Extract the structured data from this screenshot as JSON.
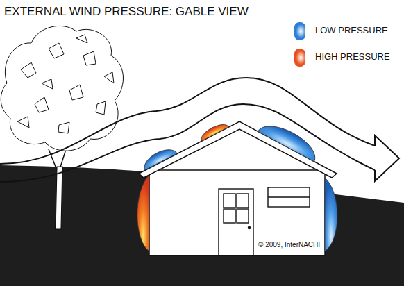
{
  "diagram": {
    "title": "EXTERNAL WIND PRESSURE: GABLE VIEW",
    "labels": [
      "© 2009, InterNACHI"
    ],
    "legend": [
      {
        "text": "LOW PRESSURE",
        "color": "#2a7fd6"
      },
      {
        "text": "HIGH PRESSURE",
        "color": "#e8501e"
      }
    ]
  }
}
